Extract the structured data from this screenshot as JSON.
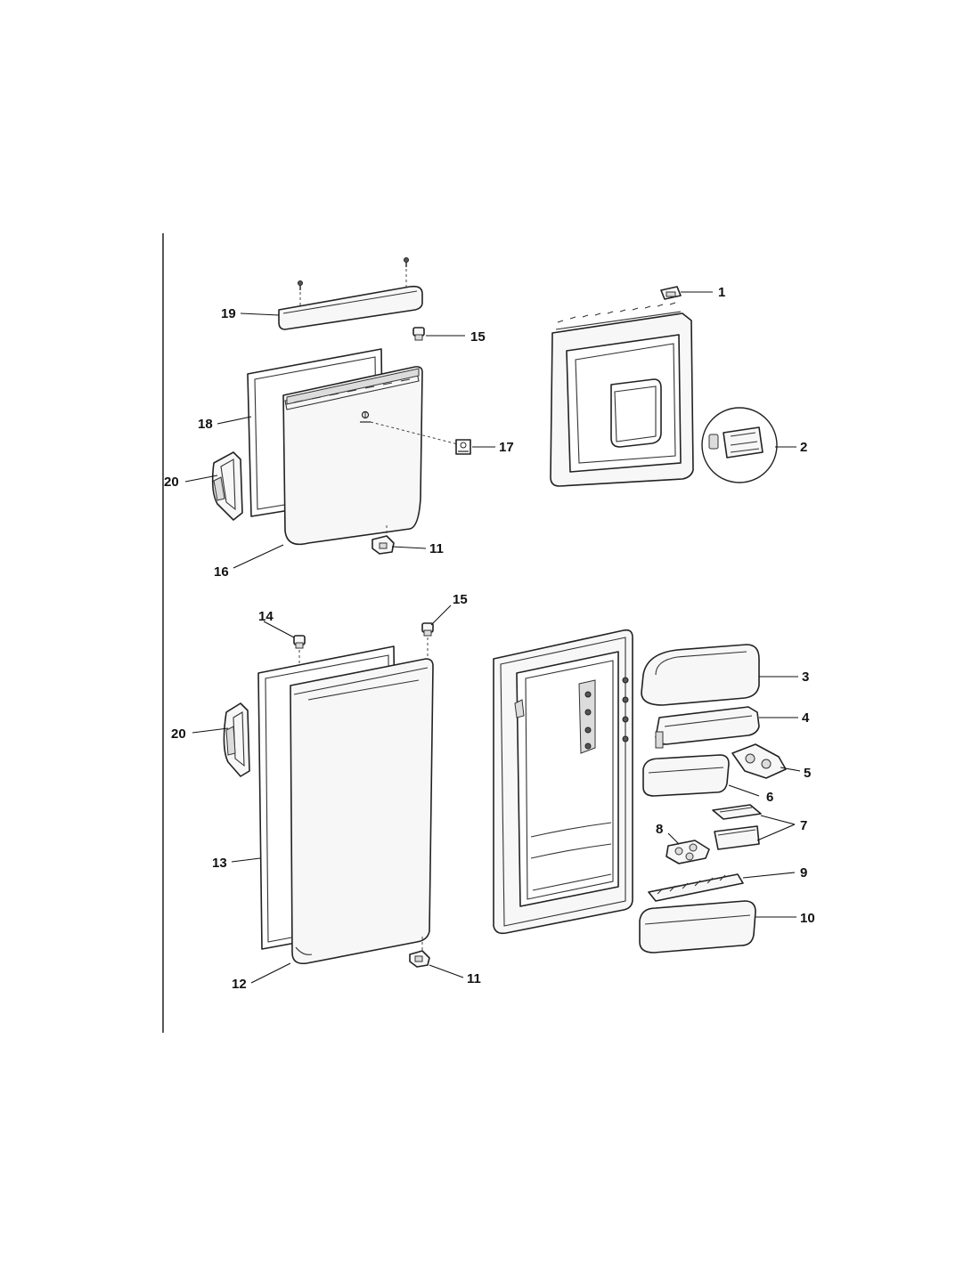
{
  "callouts": {
    "n1": "1",
    "n2": "2",
    "n3": "3",
    "n4": "4",
    "n5": "5",
    "n6": "6",
    "n7": "7",
    "n8": "8",
    "n9": "9",
    "n10": "10",
    "n11_top": "11",
    "n11_bottom": "11",
    "n12": "12",
    "n13": "13",
    "n14": "14",
    "n15_top": "15",
    "n15_bottom": "15",
    "n16": "16",
    "n17": "17",
    "n18": "18",
    "n19": "19",
    "n20_top": "20",
    "n20_bottom": "20"
  },
  "colors": {
    "line": "#222222",
    "fill": "#f7f7f7",
    "background": "#ffffff"
  }
}
